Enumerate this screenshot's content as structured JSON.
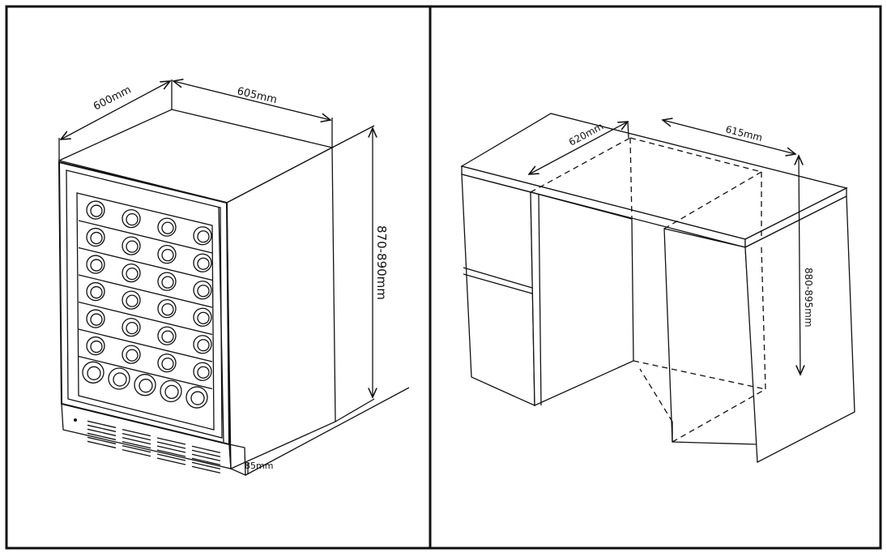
{
  "left_panel": {
    "title": "Wine cooler dimensions",
    "dimensions": {
      "depth": "600mm",
      "width": "605mm",
      "height": "870-890mm",
      "kick_plate": "85mm"
    }
  },
  "right_panel": {
    "title": "Installation cutout dimensions",
    "dimensions": {
      "depth": "620mm",
      "width": "615mm",
      "height": "880-895mm"
    }
  }
}
